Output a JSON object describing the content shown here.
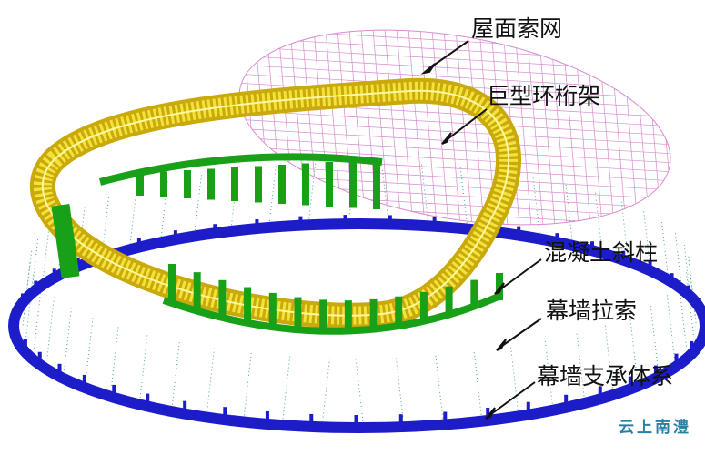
{
  "labels": {
    "roof_cable_net": "屋面索网",
    "ring_truss": "巨型环桁架",
    "concrete_columns": "混凝土斜柱",
    "curtain_cables": "幕墙拉索",
    "curtain_support": "幕墙支承体系"
  },
  "watermark": "云上南澧",
  "colors": {
    "roof_net": "#d98ad0",
    "truss": "#e8d21a",
    "columns": "#18a018",
    "support_ring": "#1c1cc8",
    "cables": "#3aa07a"
  }
}
